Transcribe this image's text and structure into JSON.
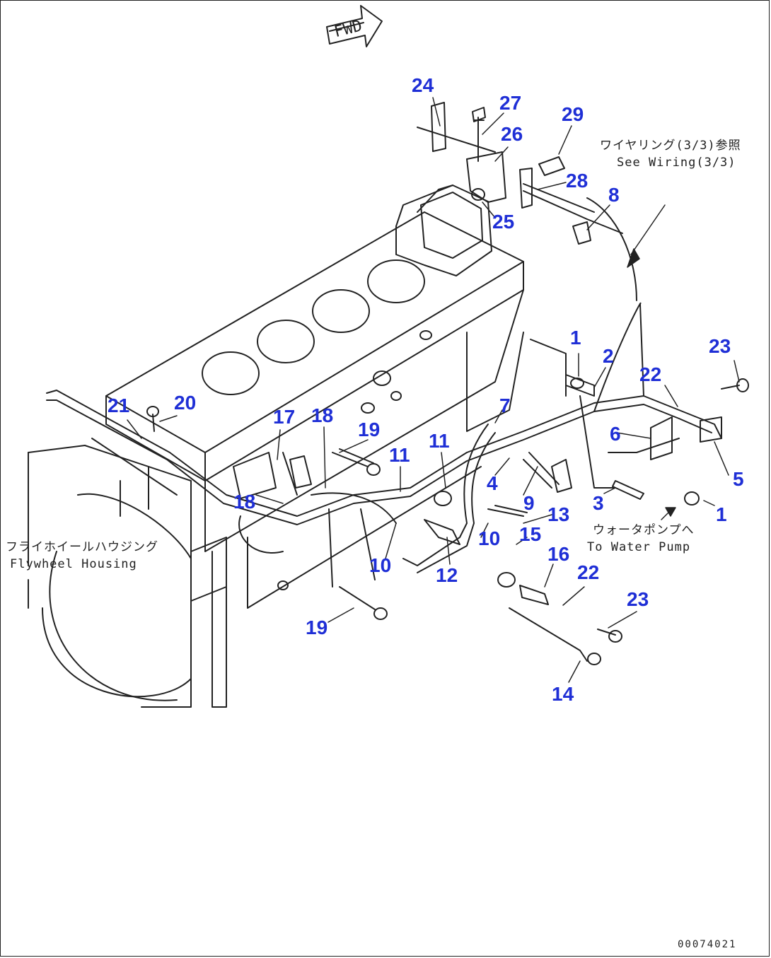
{
  "direction_label": "FWD",
  "figure_code": "00074021",
  "notes": {
    "wiring_jp": "ワイヤリング(3/3)参照",
    "wiring_en": "See Wiring(3/3)",
    "water_pump_jp": "ウォータポンプへ",
    "water_pump_en": "To Water Pump",
    "flywheel_jp": "フライホイールハウジング",
    "flywheel_en": "Flywheel Housing"
  },
  "callouts": [
    {
      "id": "c24",
      "label": "24"
    },
    {
      "id": "c27",
      "label": "27"
    },
    {
      "id": "c29",
      "label": "29"
    },
    {
      "id": "c26",
      "label": "26"
    },
    {
      "id": "c28",
      "label": "28"
    },
    {
      "id": "c8",
      "label": "8"
    },
    {
      "id": "c25",
      "label": "25"
    },
    {
      "id": "c1a",
      "label": "1"
    },
    {
      "id": "c23a",
      "label": "23"
    },
    {
      "id": "c2",
      "label": "2"
    },
    {
      "id": "c22a",
      "label": "22"
    },
    {
      "id": "c21",
      "label": "21"
    },
    {
      "id": "c20",
      "label": "20"
    },
    {
      "id": "c17",
      "label": "17"
    },
    {
      "id": "c18a",
      "label": "18"
    },
    {
      "id": "c7",
      "label": "7"
    },
    {
      "id": "c6",
      "label": "6"
    },
    {
      "id": "c19a",
      "label": "19"
    },
    {
      "id": "c11a",
      "label": "11"
    },
    {
      "id": "c11b",
      "label": "11"
    },
    {
      "id": "c5",
      "label": "5"
    },
    {
      "id": "c4",
      "label": "4"
    },
    {
      "id": "c18b",
      "label": "18"
    },
    {
      "id": "c9",
      "label": "9"
    },
    {
      "id": "c3",
      "label": "3"
    },
    {
      "id": "c1b",
      "label": "1"
    },
    {
      "id": "c13",
      "label": "13"
    },
    {
      "id": "c10a",
      "label": "10"
    },
    {
      "id": "c15",
      "label": "15"
    },
    {
      "id": "c10b",
      "label": "10"
    },
    {
      "id": "c12",
      "label": "12"
    },
    {
      "id": "c16",
      "label": "16"
    },
    {
      "id": "c22b",
      "label": "22"
    },
    {
      "id": "c23b",
      "label": "23"
    },
    {
      "id": "c19b",
      "label": "19"
    },
    {
      "id": "c14",
      "label": "14"
    }
  ]
}
